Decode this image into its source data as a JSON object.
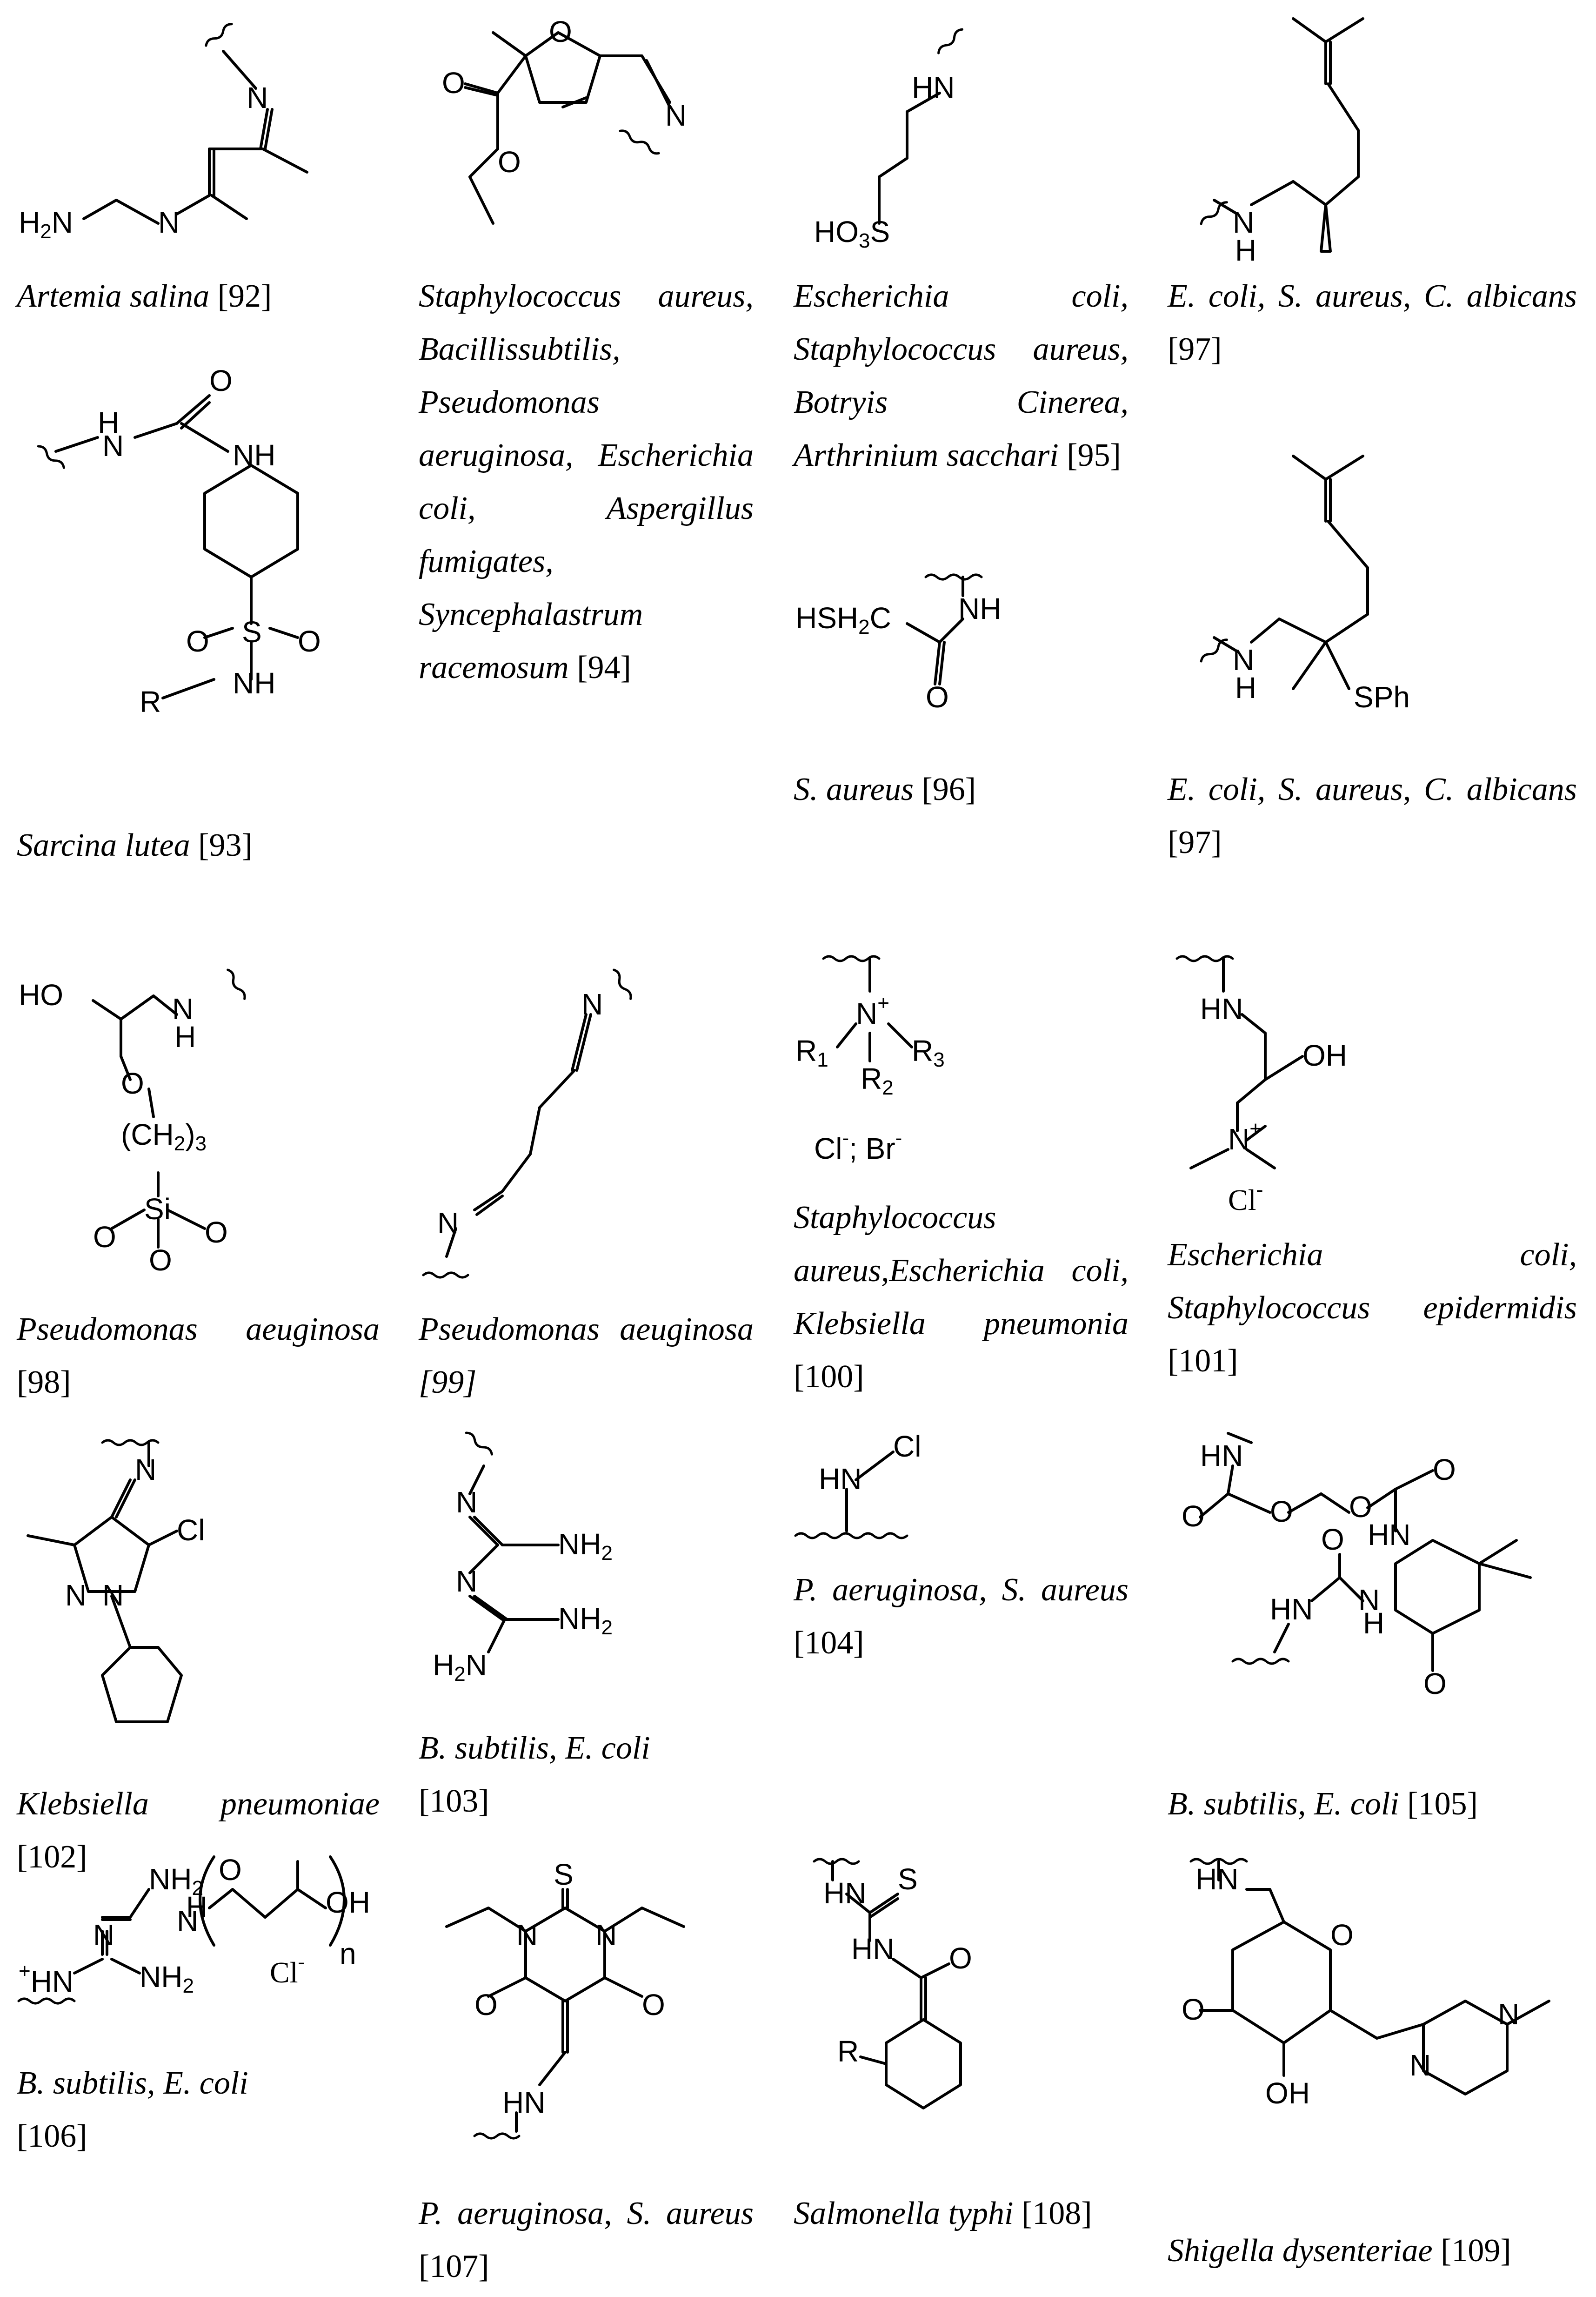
{
  "entries": [
    {
      "organisms": "Artemia salina",
      "ref": "[92]"
    },
    {
      "organisms": "Staphylococcus aureus, Bacillissubtilis, Pseudomonas aeruginosa, Escherichia coli, Aspergillus fumigates, Syncephalastrum racemosum",
      "ref": "[94]"
    },
    {
      "organisms": "Escherichia coli, Staphylococcus aureus, Botryis Cinerea, Arthrinium sacchari",
      "ref": "[95]"
    },
    {
      "organisms": "E. coli, S. aureus, C. albicans",
      "ref": "[97]"
    },
    {
      "organisms": "Sarcina lutea",
      "ref": "[93]"
    },
    {
      "organisms": "S. aureus",
      "ref": "[96]"
    },
    {
      "organisms": "E. coli, S. aureus, C. albicans",
      "ref": "[97]"
    },
    {
      "organisms": "Pseudomonas aeuginosa",
      "ref": "[98]"
    },
    {
      "organisms": "Pseudomonas aeuginosa",
      "ref": "[99]"
    },
    {
      "organisms": "Staphylococcus aureus,Escherichia coli, Klebsiella pneumonia",
      "ref": "[100]"
    },
    {
      "organisms": "Escherichia coli, Staphylococcus epidermidis",
      "ref": "[101]"
    },
    {
      "organisms": "Klebsiella pneumoniae",
      "ref": "[102]"
    },
    {
      "organisms": "B. subtilis, E. coli",
      "ref": "[103]"
    },
    {
      "organisms": "P. aeruginosa, S. aureus",
      "ref": "[104]"
    },
    {
      "organisms": "B. subtilis, E. coli",
      "ref": "[105]"
    },
    {
      "organisms": "B. subtilis, E. coli",
      "ref": "[106]"
    },
    {
      "organisms": "P. aeruginosa, S. aureus",
      "ref": "[107]"
    },
    {
      "organisms": "Salmonella typhi",
      "ref": "[108]"
    },
    {
      "organisms": "Shigella dysenteriae",
      "ref": "[109]"
    }
  ],
  "labels": {
    "h2n": "H2N",
    "n": "N",
    "o": "O",
    "hn": "HN",
    "nh": "NH",
    "h": "H",
    "s": "S",
    "si": "Si",
    "ho": "HO",
    "oh": "OH",
    "cl": "Cl",
    "so3": "HO3S",
    "sph": "SPh",
    "hsh2": "HSH2C",
    "r": "R",
    "r1": "R1",
    "r2": "R2",
    "r3": "R3",
    "nplus": "N+",
    "chbr": "Cl-; Br-",
    "clminus": "Cl-",
    "ch2_3": "(CH2)3",
    "nh2": "NH2",
    "plus_hn": "+HN",
    "n_sub": "n"
  }
}
